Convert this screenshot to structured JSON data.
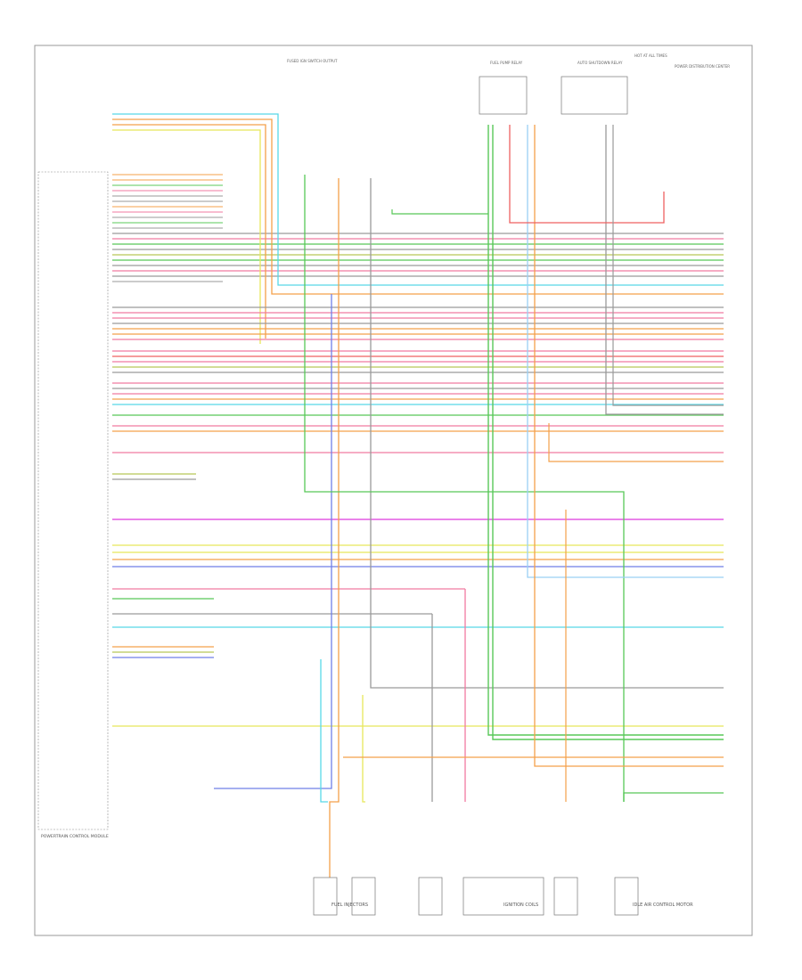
{
  "sheet_id": "",
  "module": {
    "label": "POWERTRAIN CONTROL MODULE"
  },
  "footer": {
    "left_label": "FUEL INJECTORS",
    "center_label": "IGNITION COILS",
    "right_label": "IDLE AIR CONTROL MOTOR"
  },
  "top_labels": {
    "fuse": "FUSED IGN SWITCH OUTPUT",
    "relay_left": "FUEL PUMP RELAY",
    "relay_right": "AUTO SHUTDOWN RELAY",
    "power": "HOT AT ALL TIMES",
    "pdc": "POWER DISTRIBUTION CENTER"
  },
  "colors": {
    "frame": "#9a9a9a",
    "orange": "#f4a04a",
    "pink": "#f07aa0",
    "green": "#58c858",
    "blue": "#6f7fe8",
    "cyan": "#58d8e8",
    "gray": "#9a9a9a",
    "yellow": "#e8e85a",
    "red": "#ef6060",
    "magenta": "#e35ae3",
    "lightblue": "#9ad0f4",
    "olive": "#b8c858"
  }
}
